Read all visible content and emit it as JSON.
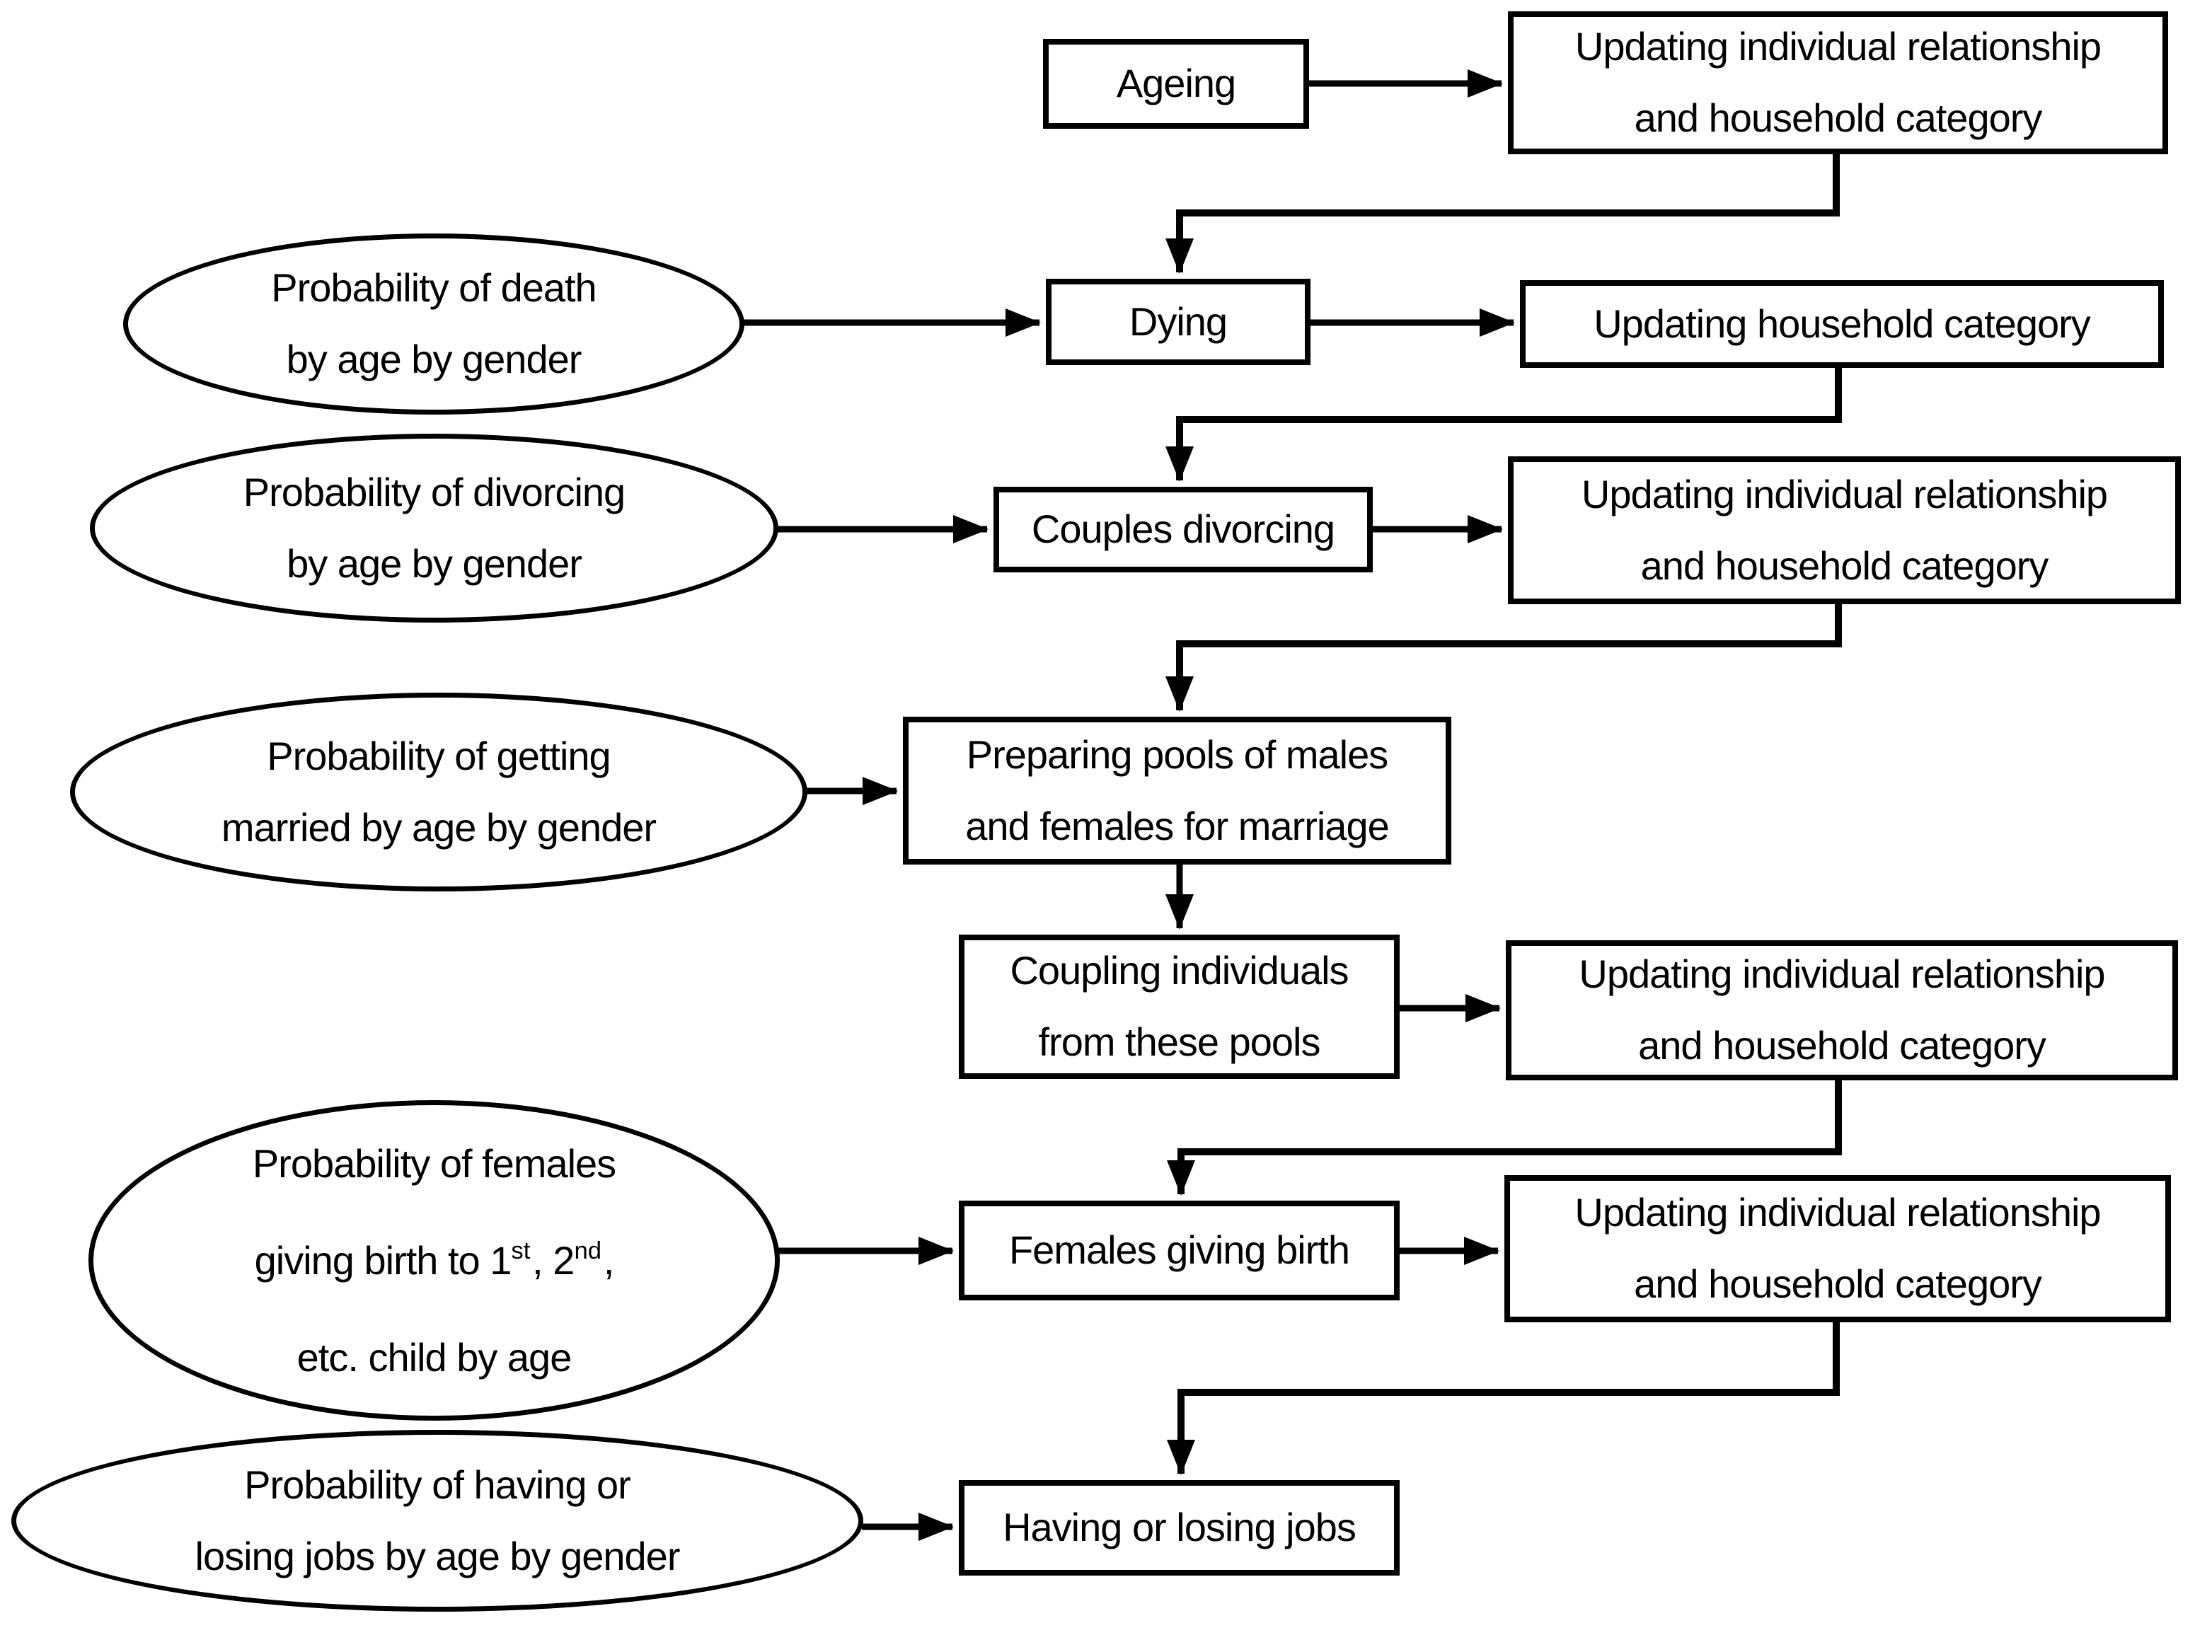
{
  "colors": {
    "background": "#ffffff",
    "stroke": "#000000",
    "text": "#000000"
  },
  "nodes": {
    "ageing": {
      "label": "Ageing"
    },
    "updating_individual": {
      "line1": "Updating individual relationship",
      "line2": "and household category"
    },
    "dying": {
      "label": "Dying"
    },
    "updating_household": {
      "label": "Updating household category"
    },
    "couples_divorcing": {
      "label": "Couples divorcing"
    },
    "preparing_pools": {
      "line1": "Preparing pools of males",
      "line2": "and females for marriage"
    },
    "coupling_individuals": {
      "line1": "Coupling individuals",
      "line2": "from these pools"
    },
    "females_giving_birth": {
      "label": "Females giving birth"
    },
    "having_losing_jobs": {
      "label": "Having or losing jobs"
    },
    "prob_death": {
      "line1": "Probability of death",
      "line2": "by age by gender"
    },
    "prob_divorce": {
      "line1": "Probability of divorcing",
      "line2": "by age by gender"
    },
    "prob_marriage": {
      "line1": "Probability of getting",
      "line2": "married by age by gender"
    },
    "prob_birth": {
      "line1": "Probability of females",
      "line2_a": "giving birth to 1",
      "line2_sup1": "st",
      "line2_b": ", 2",
      "line2_sup2": "nd",
      "line2_c": ",",
      "line3": "etc. child by age"
    },
    "prob_jobs": {
      "line1": "Probability of having or",
      "line2": "losing jobs by age by gender"
    }
  }
}
